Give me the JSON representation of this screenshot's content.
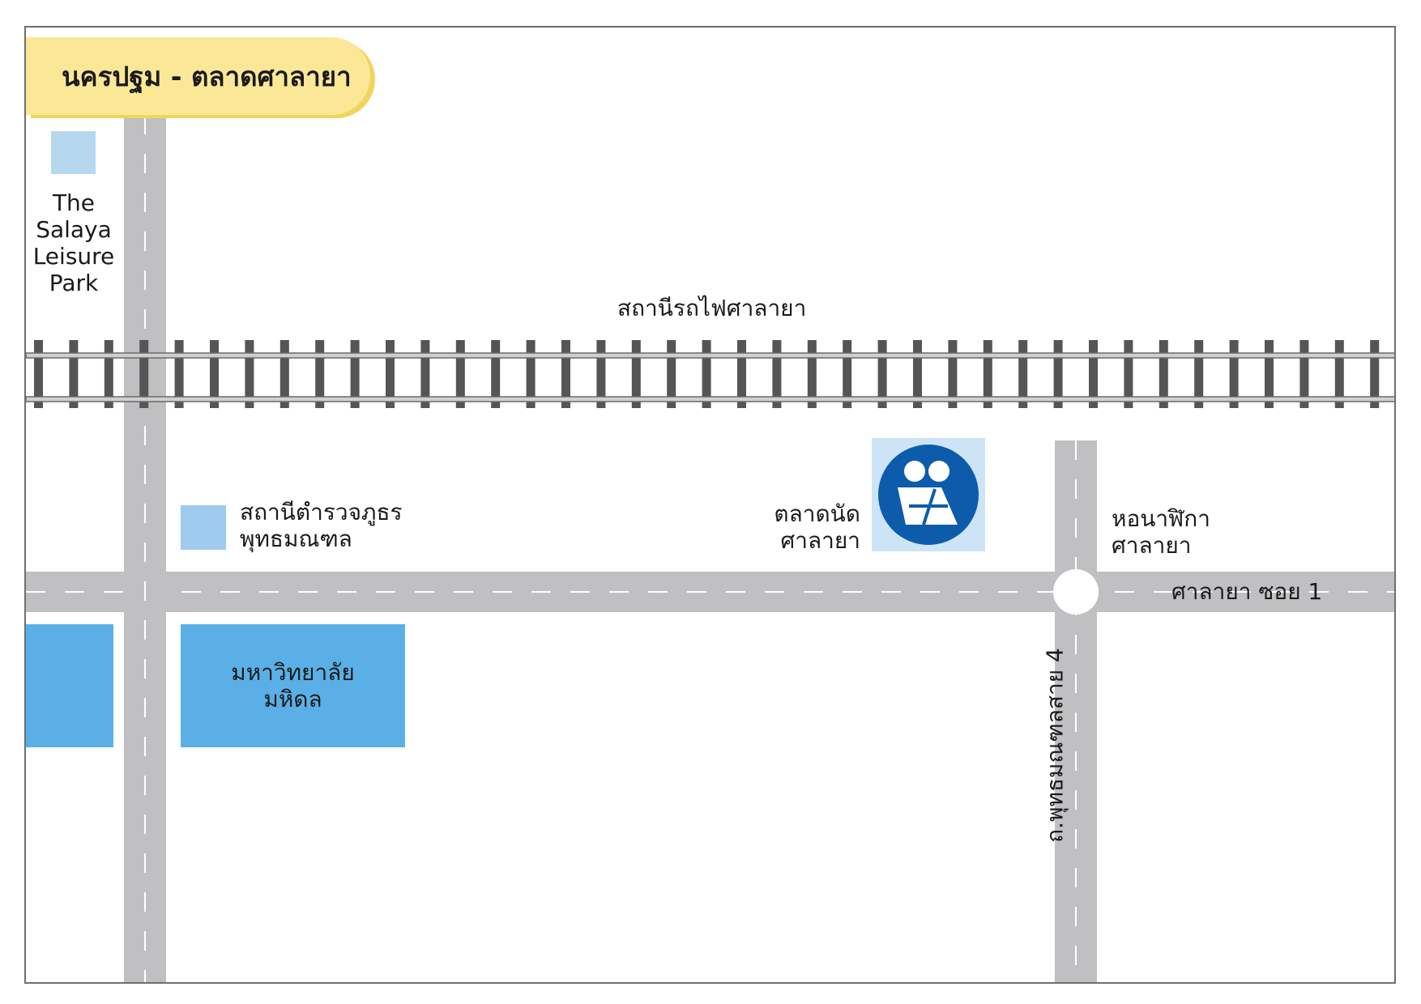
{
  "title": "นครปฐม - ตลาดศาลายา",
  "landmarks": {
    "leisure_park": "The\nSalaya\nLeisure\nPark",
    "railway_station": "สถานีรถไฟศาลายา",
    "police_station": "สถานีตำรวจภูธร\nพุทธมณฑล",
    "market": "ตลาดนัด\nศาลายา",
    "clock_tower": "หอนาฬิกา\nศาลายา",
    "university": "มหาวิทยาลัย\nมหิดล"
  },
  "roads": {
    "salaya_soi_1": "ศาลายา ซอย 1",
    "phutthamonthon_sai_4": "ถ.พุทธมณฑลสาย 4"
  },
  "colors": {
    "road": "#c0c0c2",
    "title_bg": "#fbe897",
    "building_dark": "#5ab0e6",
    "building_light": "#9fcbef",
    "market_icon": "#0d5cab",
    "market_icon_bg": "#cde4f7",
    "rail": "#555555"
  },
  "icons": {
    "market": "market-couple-icon"
  }
}
